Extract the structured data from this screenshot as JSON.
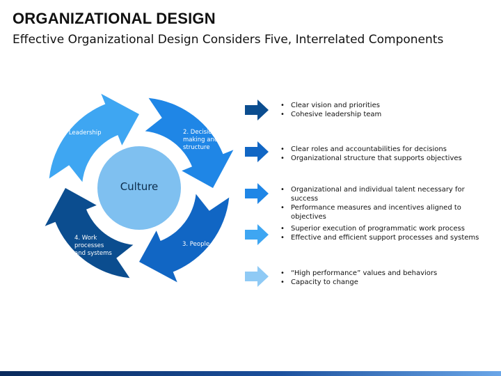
{
  "header": {
    "title": "ORGANIZATIONAL DESIGN",
    "subtitle": "Effective Organizational Design Considers Five, Interrelated Components"
  },
  "diagram": {
    "center_label": "Culture",
    "segments": [
      {
        "label": "1. Leadership",
        "color": "#3ea6f2"
      },
      {
        "label": "2. Decision-\nmaking and\nstructure",
        "color": "#1f86e6"
      },
      {
        "label": "3. People",
        "color": "#1166c4"
      },
      {
        "label": "4. Work\nprocesses\nand systems",
        "color": "#0b4d8f"
      }
    ],
    "center_color": "#7fc0f0"
  },
  "rows": [
    {
      "arrow_color": "#0b4d8f",
      "bullets": [
        "Clear vision and priorities",
        "Cohesive leadership team"
      ]
    },
    {
      "arrow_color": "#1166c4",
      "bullets": [
        "Clear roles and accountabilities for decisions",
        "Organizational structure that supports objectives"
      ]
    },
    {
      "arrow_color": "#1f86e6",
      "bullets": [
        "Organizational and individual talent necessary for success",
        "Performance measures and incentives aligned to objectives"
      ]
    },
    {
      "arrow_color": "#3ea6f2",
      "bullets": [
        "Superior execution of programmatic work process",
        "Effective and efficient support processes and systems"
      ]
    },
    {
      "arrow_color": "#8fcaf5",
      "bullets": [
        "“High performance” values and behaviors",
        "Capacity to change"
      ]
    }
  ]
}
